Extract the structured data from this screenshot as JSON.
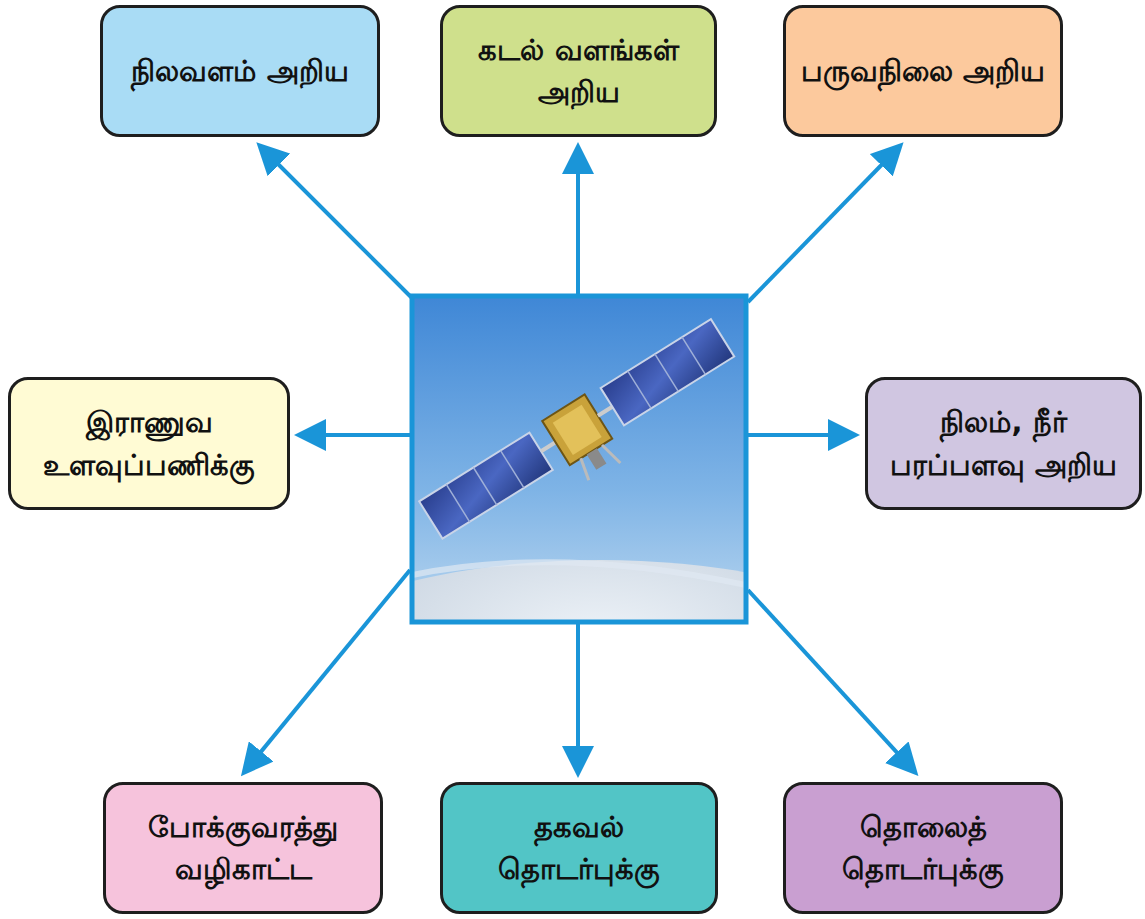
{
  "diagram": {
    "nodes": [
      {
        "text": [
          "நிலவளம் அறிய"
        ]
      },
      {
        "text": [
          "கடல் வளங்கள் அறிய"
        ]
      },
      {
        "text": [
          "பருவநிலை அறிய"
        ]
      },
      {
        "text": [
          "இராணுவ உளவுப்பணிக்கு"
        ]
      },
      {
        "text": [
          "நிலம், நீர் பரப்பளவு அறிய"
        ]
      },
      {
        "text": [
          "போக்குவரத்து வழிகாட்ட"
        ]
      },
      {
        "text": [
          "தகவல் தொடர்புக்கு"
        ]
      },
      {
        "text": [
          "தொலைத் தொடர்புக்கு"
        ]
      }
    ]
  }
}
